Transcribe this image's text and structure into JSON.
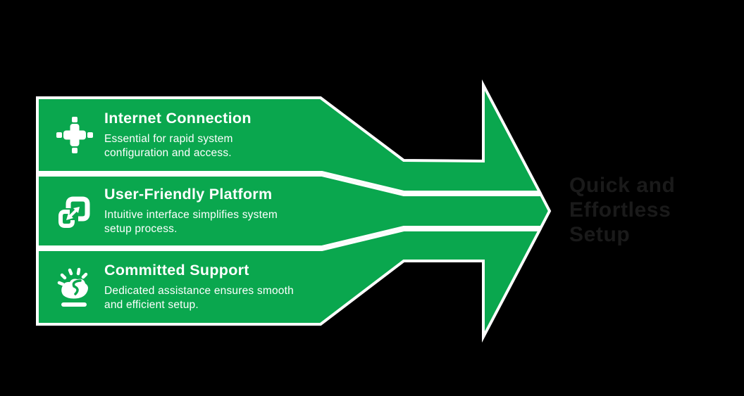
{
  "colors": {
    "background": "#000000",
    "green": "#0aa74e",
    "outline": "#ffffff",
    "band_text": "#ffffff",
    "headline_text": "#1a1a1a"
  },
  "rows": [
    {
      "icon": "plus-node-icon",
      "title": "Internet Connection",
      "desc_lines": [
        "Essential for rapid system",
        "configuration and access."
      ]
    },
    {
      "icon": "scale-screens-icon",
      "title": "User-Friendly Platform",
      "desc_lines": [
        "Intuitive interface simplifies system",
        "setup process."
      ]
    },
    {
      "icon": "hand-support-icon",
      "title": "Committed Support",
      "desc_lines": [
        "Dedicated assistance ensures smooth",
        "and efficient setup."
      ]
    }
  ],
  "headline": {
    "lines": [
      "Quick and",
      "Effortless",
      "Setup"
    ]
  }
}
